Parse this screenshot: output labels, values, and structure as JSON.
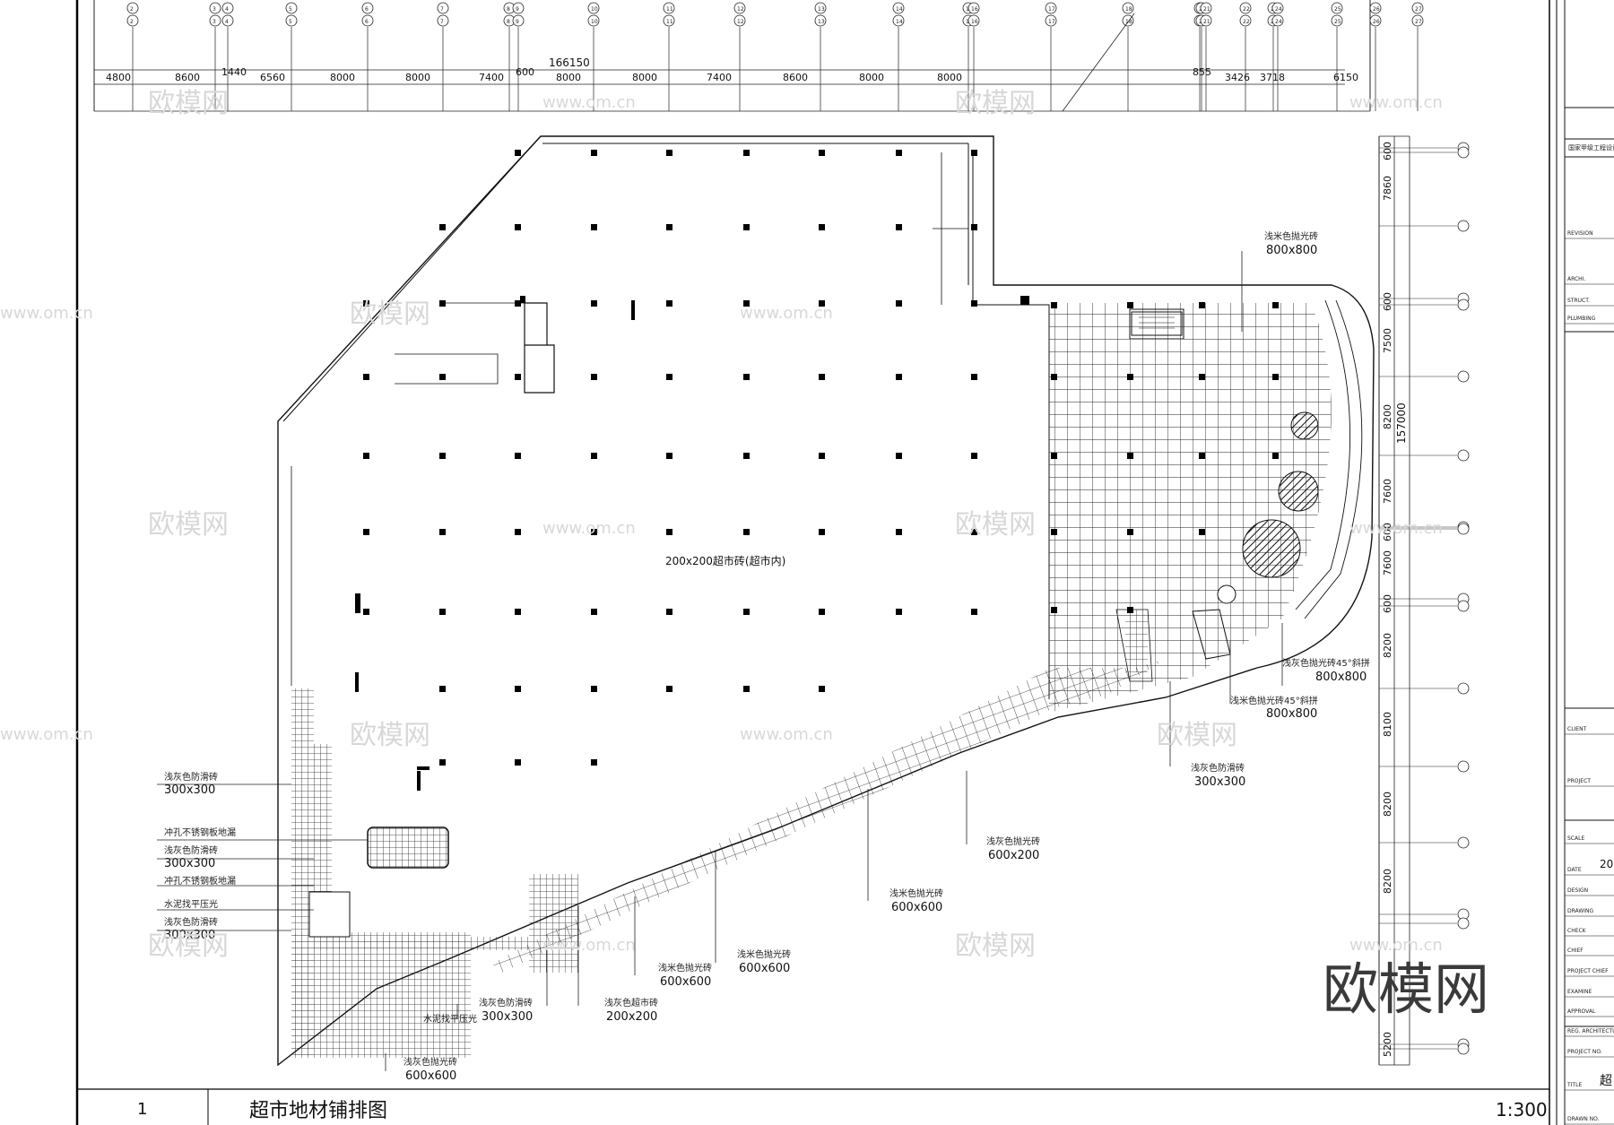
{
  "top_axis_labels": [
    "(2)",
    "(3)",
    "(4)",
    "(5)",
    "(6)",
    "(7)",
    "(8)",
    "(9)",
    "(10)",
    "(11)",
    "(12)",
    "(13)",
    "(14)",
    "(15)",
    "(16)",
    "(17)",
    "(18)",
    "(19)",
    "(20)",
    "(21)",
    "(22)",
    "(23)",
    "(24)",
    "(25)",
    "(26)",
    "(27)"
  ],
  "top_dims": [
    "4800",
    "8600",
    "1440",
    "6560",
    "8000",
    "8000",
    "7400",
    "600",
    "8000",
    "8000",
    "7400",
    "8600",
    "8000",
    "8000",
    "855",
    "3426",
    "3718",
    "6150"
  ],
  "total_width": "166150",
  "right_dims": [
    "600",
    "7860",
    "600",
    "7500",
    "8200",
    "7600",
    "600",
    "7600",
    "600",
    "8200",
    "8100",
    "8200",
    "8200",
    "5200"
  ],
  "total_height": "157000",
  "floor_center_label": "200x200超市砖(超市内)",
  "callouts": {
    "c1": {
      "name": "浅米色抛光砖",
      "size": "800x800"
    },
    "c2": {
      "name": "浅灰色抛光砖45°斜拼",
      "size": "800x800"
    },
    "c3": {
      "name": "浅米色抛光砖45°斜拼",
      "size": "800x800"
    },
    "c4": {
      "name": "浅灰色防滑砖",
      "size": "300x300"
    },
    "c5": {
      "name": "浅灰色抛光砖",
      "size": "600x200"
    },
    "c6": {
      "name": "浅米色抛光砖",
      "size": "600x600"
    },
    "c7": {
      "name": "浅米色抛光砖",
      "size": "600x600"
    },
    "c8": {
      "name": "浅米色抛光砖",
      "size": "600x600"
    },
    "c9": {
      "name": "浅灰色超市砖",
      "size": "200x200"
    },
    "c10": {
      "name": "浅灰色防滑砖",
      "size": "300x300"
    },
    "c11": {
      "name": "水泥找平压光",
      "size": ""
    },
    "c12": {
      "name": "浅灰色抛光砖",
      "size": "600x600"
    },
    "c13": {
      "name": "浅灰色防滑砖",
      "size": "300x300"
    },
    "c14": {
      "name": "冲孔不锈钢板地漏",
      "size": ""
    },
    "c15": {
      "name": "浅灰色防滑砖",
      "size": "300x300"
    },
    "c16": {
      "name": "冲孔不锈钢板地漏",
      "size": ""
    },
    "c17": {
      "name": "水泥找平压光",
      "size": ""
    },
    "c18": {
      "name": "浅灰色防滑砖",
      "size": "300x300"
    }
  },
  "title_bar": {
    "number": "1",
    "title": "超市地材铺排图",
    "scale": "1:300"
  },
  "title_block": {
    "rows": [
      "REVISION",
      "ARCHI.",
      "STRUCT.",
      "PLUMBING",
      "CLIENT",
      "PROJECT",
      "SCALE",
      "DATE",
      "DESIGN",
      "DRAWING",
      "CHECK",
      "CHIEF",
      "PROJECT CHIEF",
      "EXAMINE",
      "APPROVAL",
      "REG. ARCHITECTURAL",
      "PROJECT NO.",
      "TITLE",
      "DRAWN NO."
    ],
    "company": "国家甲级工程设计",
    "date_partial": "20",
    "title_partial": "超"
  },
  "watermark": {
    "cn": "欧模网",
    "url": "www.om.cn",
    "brand": "欧模网"
  }
}
